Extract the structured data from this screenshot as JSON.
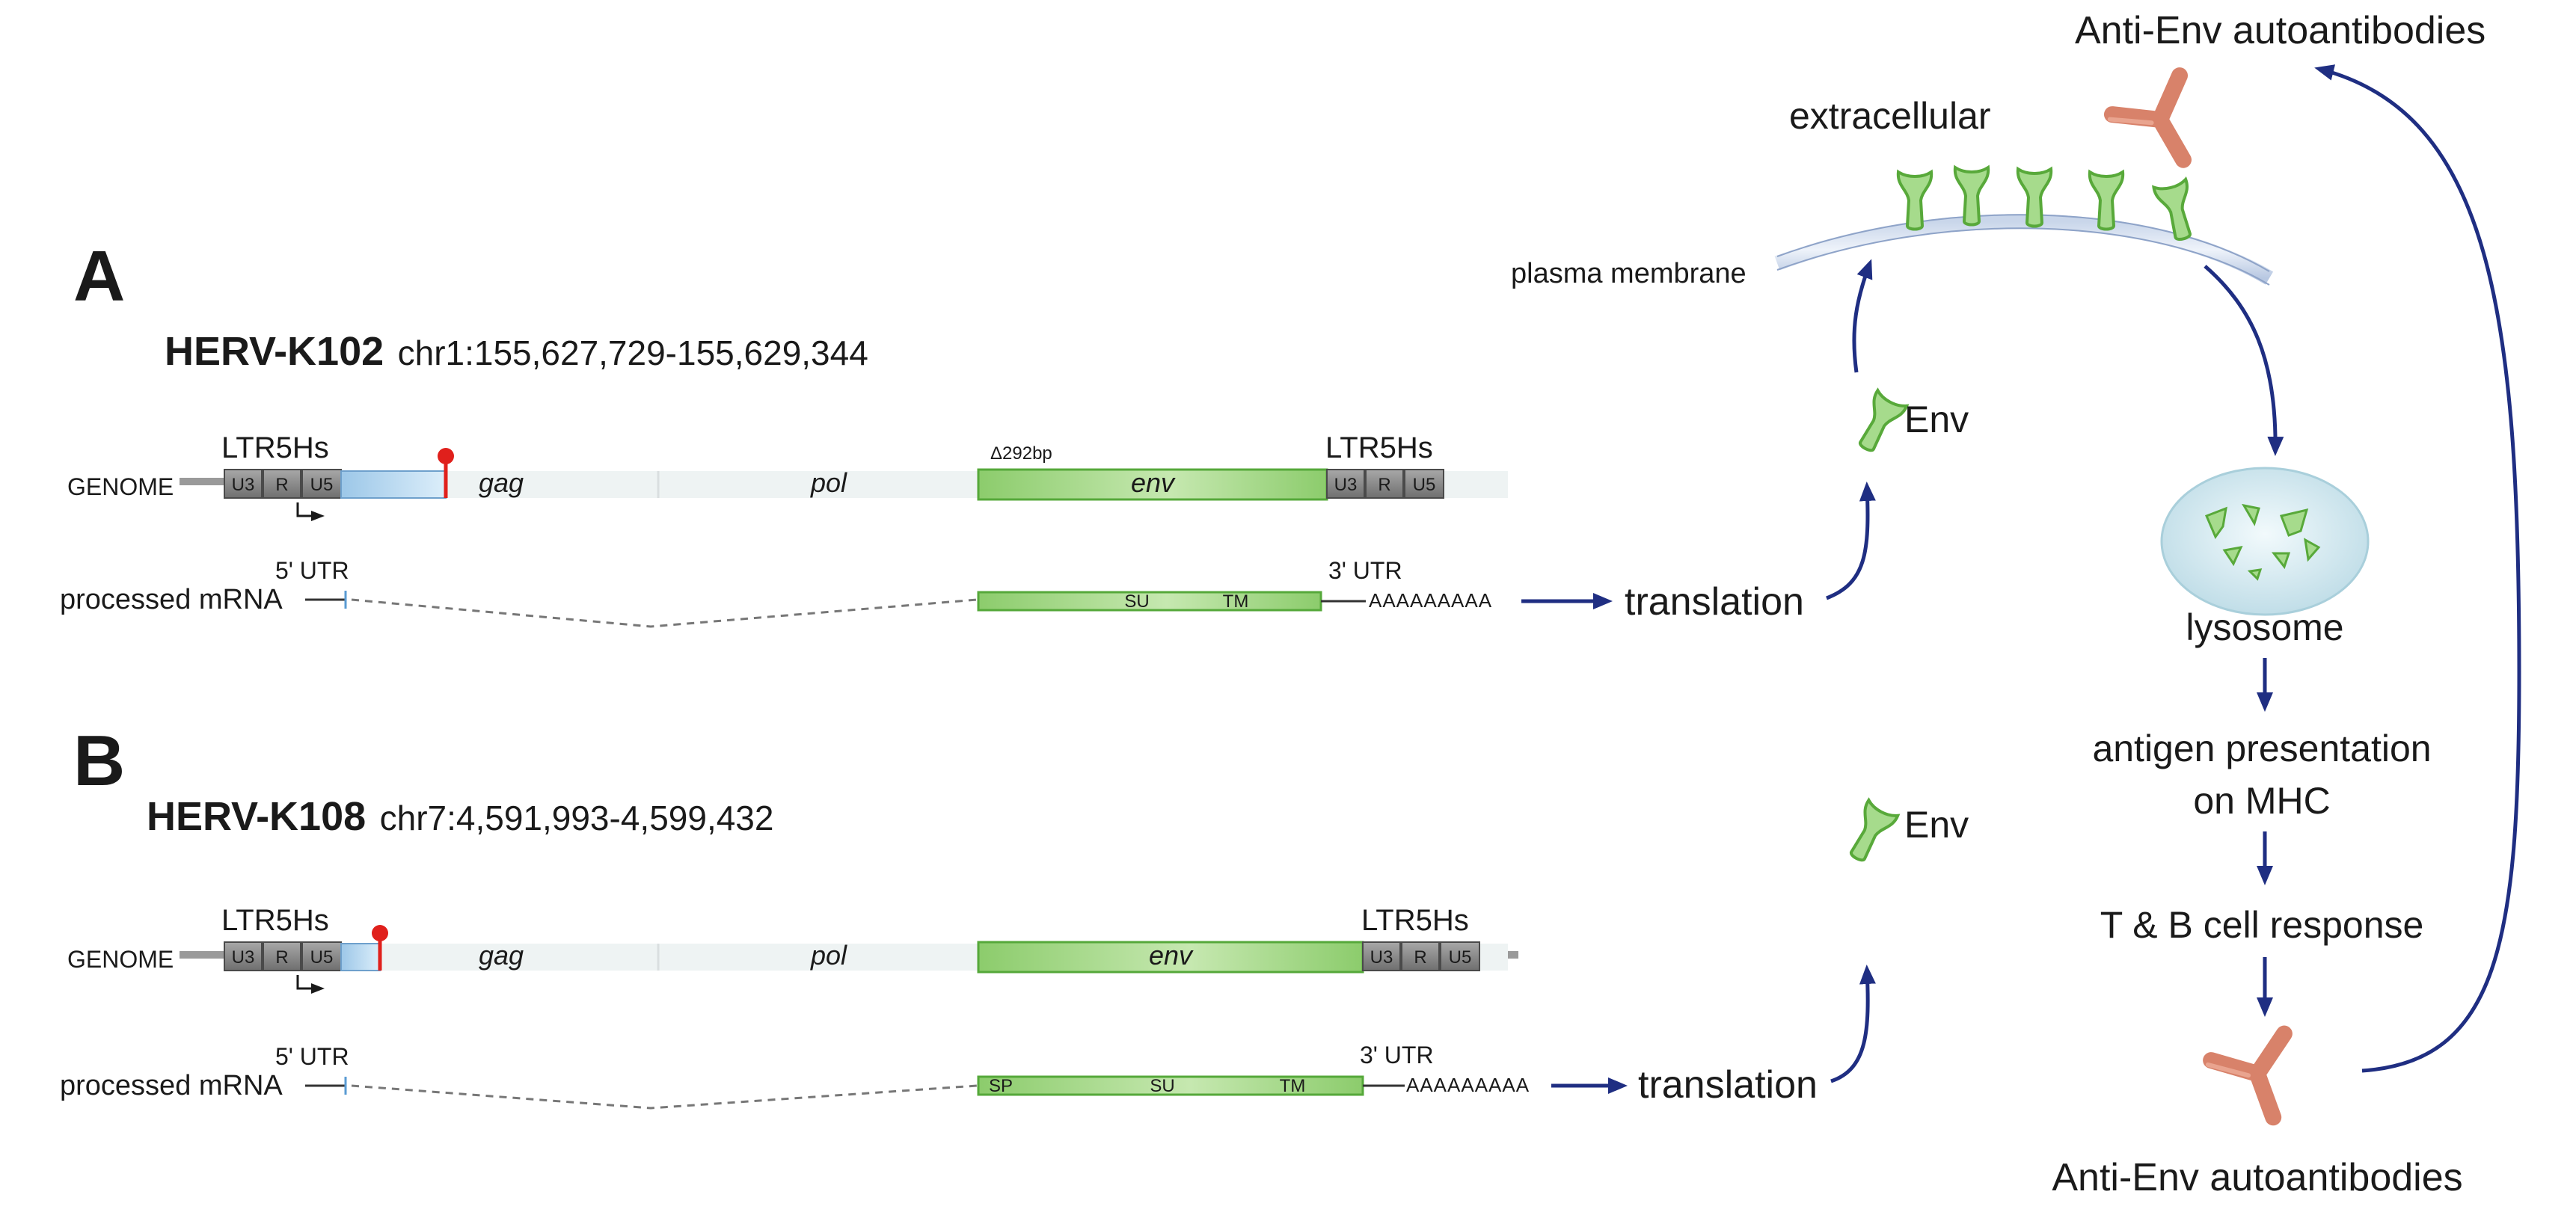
{
  "colors": {
    "arrow": "#1f2e82",
    "env_green": "#9bd37e",
    "env_green_dark": "#5aa83a",
    "antibody": "#d9826a",
    "ltr_box": "#8a8a8a",
    "ltr_box_dark": "#6e6e6e",
    "promoter_blue": "#b6d6ee",
    "stop_red": "#e0201c",
    "lysosome": "#d9ecf2"
  },
  "panel_a": {
    "letter": "A",
    "name": "HERV-K102",
    "coords": "chr1:155,627,729-155,629,344",
    "genome_label": "GENOME",
    "ltr_left": "LTR5Hs",
    "ltr_right": "LTR5Hs",
    "ltr_boxes": [
      "U3",
      "R",
      "U5"
    ],
    "gag": "gag",
    "pol": "pol",
    "env": "env",
    "deletion": "Δ292bp",
    "mrna_label": "processed mRNA",
    "utr5": "5' UTR",
    "utr3": "3' UTR",
    "su": "SU",
    "tm": "TM",
    "polyA": "AAAAAAAAA",
    "translation": "translation"
  },
  "panel_b": {
    "letter": "B",
    "name": "HERV-K108",
    "coords": "chr7:4,591,993-4,599,432",
    "genome_label": "GENOME",
    "ltr_left": "LTR5Hs",
    "ltr_right": "LTR5Hs",
    "ltr_boxes": [
      "U3",
      "R",
      "U5"
    ],
    "gag": "gag",
    "pol": "pol",
    "env": "env",
    "mrna_label": "processed mRNA",
    "utr5": "5' UTR",
    "utr3": "3' UTR",
    "sp": "SP",
    "su": "SU",
    "tm": "TM",
    "polyA": "AAAAAAAAA",
    "translation": "translation"
  },
  "pathway": {
    "anti_env_top": "Anti-Env autoantibodies",
    "extracellular": "extracellular",
    "plasma_membrane": "plasma membrane",
    "env_a": "Env",
    "env_b": "Env",
    "lysosome": "lysosome",
    "antigen_line1": "antigen presentation",
    "antigen_line2": "on MHC",
    "tb_response": "T & B cell response",
    "anti_env_bottom": "Anti-Env autoantibodies"
  }
}
